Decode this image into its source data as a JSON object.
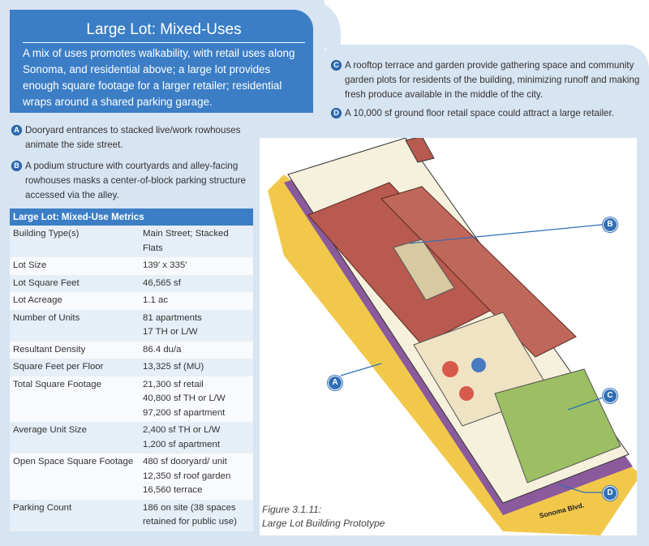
{
  "header": {
    "title": "Large Lot: Mixed-Uses",
    "description": "A mix of uses promotes walkability, with retail uses along Sonoma, and residential above; a large lot provides enough square footage for a larger retailer; residential wraps around a shared parking garage."
  },
  "notes": [
    {
      "letter": "A",
      "text": "Dooryard entrances to stacked live/work rowhouses animate the side street."
    },
    {
      "letter": "B",
      "text": "A podium structure with courtyards and alley-facing rowhouses masks a center-of-block parking structure accessed via the alley."
    },
    {
      "letter": "C",
      "text": "A rooftop terrace and garden provide gathering space and community garden plots for residents of the building, minimizing runoff and making fresh produce available in the middle of the city."
    },
    {
      "letter": "D",
      "text": "A 10,000 sf ground floor retail space could attract a large retailer."
    }
  ],
  "metrics": {
    "title": "Large Lot: Mixed-Use Metrics",
    "rows": [
      {
        "label": "Building Type(s)",
        "value": "Main Street; Stacked Flats"
      },
      {
        "label": "Lot Size",
        "value": "139' x 335'"
      },
      {
        "label": "Lot Square Feet",
        "value": "46,565 sf"
      },
      {
        "label": "Lot Acreage",
        "value": "1.1 ac"
      },
      {
        "label": "Number of Units",
        "value": "81 apartments\n17 TH or L/W"
      },
      {
        "label": "Resultant Density",
        "value": "86.4 du/a"
      },
      {
        "label": "Square Feet per Floor",
        "value": "13,325 sf (MU)"
      },
      {
        "label": "Total Square Footage",
        "value": "21,300 sf retail\n40,800 sf TH or L/W\n97,200 sf apartment"
      },
      {
        "label": "Average Unit Size",
        "value": "2,400 sf TH or L/W\n1,200 sf apartment"
      },
      {
        "label": "Open Space Square Footage",
        "value": "480 sf dooryard/ unit\n12,350 sf roof garden\n16,560 terrace"
      },
      {
        "label": "Parking Count",
        "value": "186 on site (38 spaces retained for public use)"
      }
    ]
  },
  "figure": {
    "caption_line1": "Figure 3.1.11:",
    "caption_line2": "Large Lot Building Prototype",
    "street_label": "Sonoma Blvd.",
    "markers": [
      "A",
      "B",
      "C",
      "D"
    ]
  },
  "colors": {
    "accent": "#3b7ec6",
    "panel": "#d7e4f2",
    "roof": "#b85a50",
    "street": "#f2c84b"
  }
}
